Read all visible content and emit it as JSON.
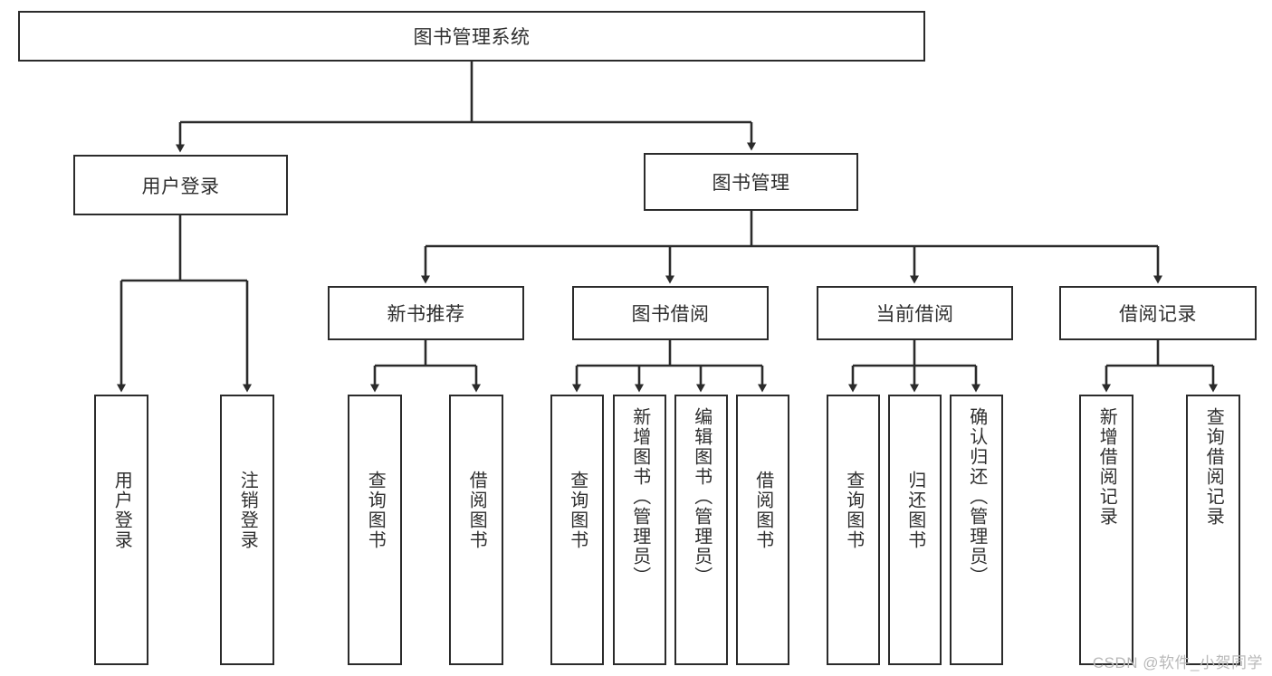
{
  "diagram": {
    "title": "图书管理系统",
    "type": "tree-hierarchy",
    "root": {
      "label": "图书管理系统"
    },
    "level1": [
      {
        "id": "user-login",
        "label": "用户登录"
      },
      {
        "id": "book-manage",
        "label": "图书管理"
      }
    ],
    "level2": [
      {
        "id": "new-book-recommend",
        "label": "新书推荐",
        "parent": "book-manage"
      },
      {
        "id": "book-borrow",
        "label": "图书借阅",
        "parent": "book-manage"
      },
      {
        "id": "current-borrow",
        "label": "当前借阅",
        "parent": "book-manage"
      },
      {
        "id": "borrow-record",
        "label": "借阅记录",
        "parent": "book-manage"
      }
    ],
    "leaves": [
      {
        "id": "leaf-user-login",
        "label": "用户登录",
        "parent": "user-login"
      },
      {
        "id": "leaf-logout-login",
        "label": "注销登录",
        "parent": "user-login"
      },
      {
        "id": "leaf-query-book-1",
        "label": "查询图书",
        "parent": "new-book-recommend"
      },
      {
        "id": "leaf-borrow-book-1",
        "label": "借阅图书",
        "parent": "new-book-recommend"
      },
      {
        "id": "leaf-query-book-2",
        "label": "查询图书",
        "parent": "book-borrow"
      },
      {
        "id": "leaf-add-book",
        "label": "新增图书（管理员）",
        "parent": "book-borrow"
      },
      {
        "id": "leaf-edit-book",
        "label": "编辑图书（管理员）",
        "parent": "book-borrow"
      },
      {
        "id": "leaf-borrow-book-2",
        "label": "借阅图书",
        "parent": "book-borrow"
      },
      {
        "id": "leaf-query-book-3",
        "label": "查询图书",
        "parent": "current-borrow"
      },
      {
        "id": "leaf-return-book",
        "label": "归还图书",
        "parent": "current-borrow"
      },
      {
        "id": "leaf-confirm-return",
        "label": "确认归还（管理员）",
        "parent": "current-borrow"
      },
      {
        "id": "leaf-add-record",
        "label": "新增借阅记录",
        "parent": "borrow-record"
      },
      {
        "id": "leaf-query-record",
        "label": "查询借阅记录",
        "parent": "borrow-record"
      }
    ]
  },
  "watermark": {
    "text": "CSDN @软件_小贺同学"
  },
  "colors": {
    "stroke": "#2b2b2b",
    "text": "#2f2f2f",
    "background": "#ffffff",
    "watermark": "#b9b9b9"
  }
}
